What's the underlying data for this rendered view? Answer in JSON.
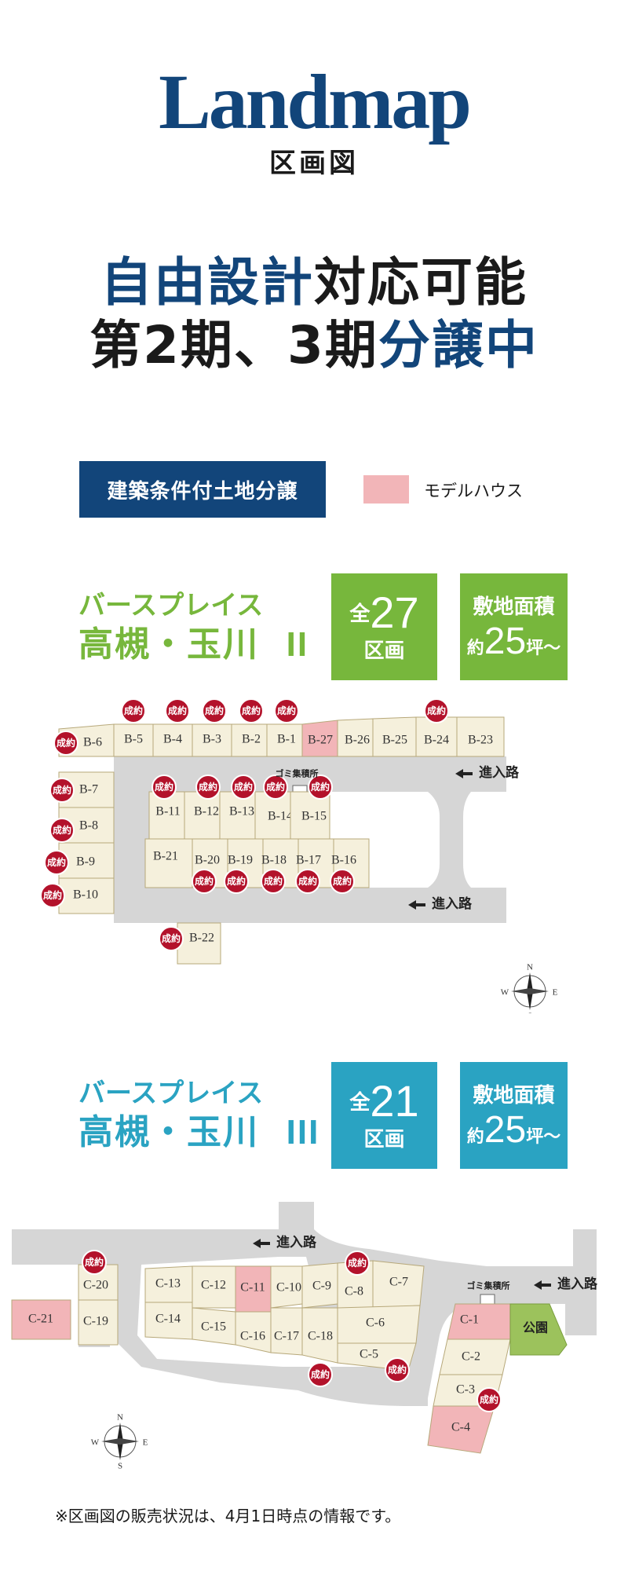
{
  "header": {
    "logo": "Landmap",
    "subtitle": "区画図"
  },
  "headline": {
    "line1_blue": "自由設計",
    "line1_dark": "対応可能",
    "line2_dark": "第2期、3期",
    "line2_blue": "分譲中"
  },
  "condition_badge": "建築条件付土地分譲",
  "legend": {
    "label": "モデルハウス",
    "color": "#f2b5b8"
  },
  "colors": {
    "navy": "#12457a",
    "green": "#77b73c",
    "teal": "#2aa3c2",
    "lot": "#f5f0dc",
    "model": "#f2b5b8",
    "road": "#d6d6d6",
    "sold": "#b3122b",
    "park": "#9cc25c"
  },
  "sold_badge": "成約",
  "refuse_label": "ゴミ集積所",
  "entrance_label": "進入路",
  "compass": {
    "n": "N",
    "s": "S",
    "e": "E",
    "w": "W"
  },
  "phase2": {
    "title_line1": "バースプレイス",
    "title_line2": "高槻・玉川",
    "roman": "II",
    "total_prefix": "全",
    "total": "27",
    "total_unit": "区画",
    "area_label": "敷地面積",
    "area_prefix": "約",
    "area_value": "25",
    "area_unit": "坪〜",
    "lots": [
      "B-1",
      "B-2",
      "B-3",
      "B-4",
      "B-5",
      "B-6",
      "B-7",
      "B-8",
      "B-9",
      "B-10",
      "B-11",
      "B-12",
      "B-13",
      "B-14",
      "B-15",
      "B-16",
      "B-17",
      "B-18",
      "B-19",
      "B-20",
      "B-21",
      "B-22",
      "B-23",
      "B-24",
      "B-25",
      "B-26",
      "B-27"
    ],
    "model_houses": [
      "B-27"
    ],
    "sold": [
      "B-1",
      "B-2",
      "B-3",
      "B-4",
      "B-5",
      "B-6",
      "B-7",
      "B-8",
      "B-9",
      "B-10",
      "B-11",
      "B-12",
      "B-13",
      "B-14",
      "B-15",
      "B-16",
      "B-17",
      "B-18",
      "B-19",
      "B-20",
      "B-22",
      "B-24"
    ]
  },
  "phase3": {
    "title_line1": "バースプレイス",
    "title_line2": "高槻・玉川",
    "roman": "III",
    "total_prefix": "全",
    "total": "21",
    "total_unit": "区画",
    "area_label": "敷地面積",
    "area_prefix": "約",
    "area_value": "25",
    "area_unit": "坪〜",
    "lots": [
      "C-1",
      "C-2",
      "C-3",
      "C-4",
      "C-5",
      "C-6",
      "C-7",
      "C-8",
      "C-9",
      "C-10",
      "C-11",
      "C-12",
      "C-13",
      "C-14",
      "C-15",
      "C-16",
      "C-17",
      "C-18",
      "C-19",
      "C-20",
      "C-21"
    ],
    "model_houses": [
      "C-1",
      "C-4",
      "C-11",
      "C-21"
    ],
    "sold": [
      "C-3",
      "C-5",
      "C-8",
      "C-18",
      "C-20"
    ],
    "park": "公園"
  },
  "footnote": "※区画図の販売状況は、4月1日時点の情報です。"
}
